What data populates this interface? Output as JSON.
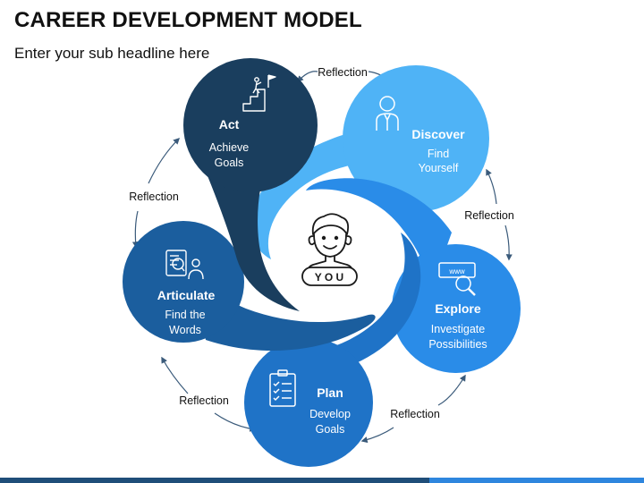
{
  "header": {
    "title": "CAREER DEVELOPMENT MODEL",
    "subtitle": "Enter your sub headline here"
  },
  "center": {
    "label": "Y O U"
  },
  "stages": [
    {
      "id": "act",
      "title": "Act",
      "line1": "Achieve",
      "line2": "Goals",
      "color": "#1a3e5e",
      "icon": "climbing-stairs-flag-icon"
    },
    {
      "id": "discover",
      "title": "Discover",
      "line1": "Find",
      "line2": "Yourself",
      "color": "#4fb3f6",
      "icon": "person-icon"
    },
    {
      "id": "explore",
      "title": "Explore",
      "line1": "Investigate",
      "line2": "Possibilities",
      "color": "#2a8ce8",
      "icon": "www-search-icon"
    },
    {
      "id": "plan",
      "title": "Plan",
      "line1": "Develop",
      "line2": "Goals",
      "color": "#1f73c7",
      "icon": "checklist-icon"
    },
    {
      "id": "articulate",
      "title": "Articulate",
      "line1": "Find the",
      "line2": "Words",
      "color": "#1b5e9e",
      "icon": "profile-magnifier-icon"
    }
  ],
  "reflection_label": "Reflection",
  "colors": {
    "text_dark": "#111111",
    "arrow": "#3a5a7a",
    "white": "#ffffff"
  }
}
